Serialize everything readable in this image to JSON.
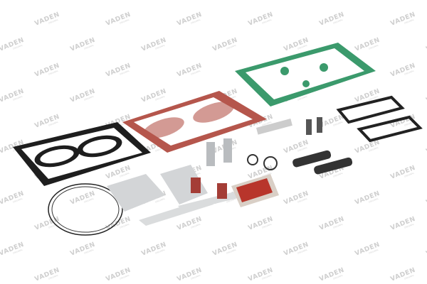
{
  "watermark": {
    "brand": "VADEN",
    "sub": "ORIGINAL",
    "color": "#cfcfcf"
  },
  "product": {
    "kind": "air compressor repair kit (gaskets, valves, springs, seals)"
  },
  "colors": {
    "green_gasket": "#3b9a6c",
    "red_gasket": "#b5564c",
    "black_gasket": "#1e1e1e",
    "metal": "#b9bcbf"
  }
}
